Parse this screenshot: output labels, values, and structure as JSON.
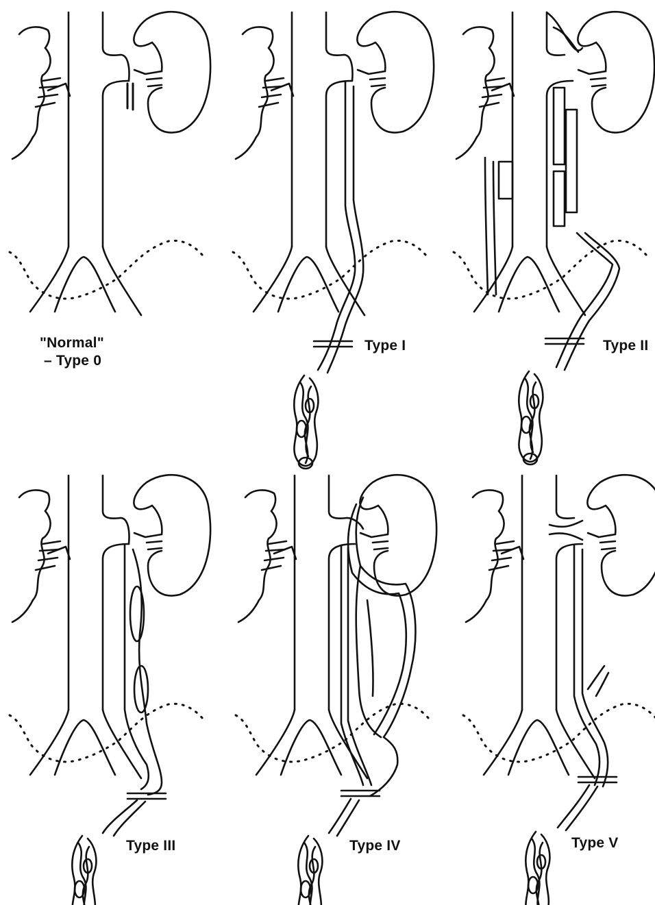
{
  "panels": [
    {
      "id": "normal",
      "label_line1": "\"Normal\"",
      "label_line2": "– Type 0"
    },
    {
      "id": "type1",
      "label": "Type I"
    },
    {
      "id": "type2",
      "label": "Type II"
    },
    {
      "id": "type3",
      "label": "Type III"
    },
    {
      "id": "type4",
      "label": "Type IV"
    },
    {
      "id": "type5",
      "label": "Type V"
    }
  ],
  "colors": {
    "ink": "#111111",
    "background": "#ffffff"
  }
}
